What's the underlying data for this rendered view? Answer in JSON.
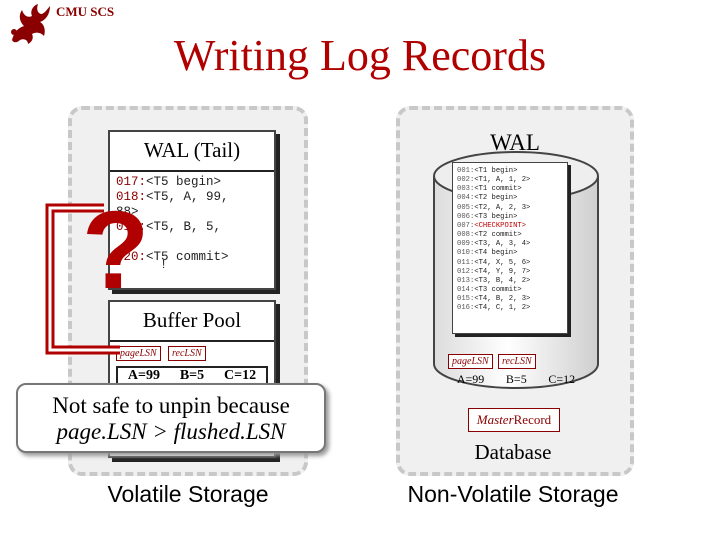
{
  "header": {
    "org": "CMU SCS",
    "title": "Writing Log Records"
  },
  "volatile": {
    "label": "Volatile Storage",
    "wal_tail": {
      "title": "WAL (Tail)",
      "lines": [
        {
          "lsn": "017:",
          "text": "<T5 begin>"
        },
        {
          "lsn": "018:",
          "text": "<T5, A, 99,"
        },
        {
          "lsn": "",
          "text": "88>"
        },
        {
          "lsn": "019:",
          "text": "<T5, B, 5,"
        },
        {
          "lsn": "",
          "text": ""
        },
        {
          "lsn": "020:",
          "text": "<T5 commit>"
        }
      ],
      "trailing": "!"
    },
    "buffer_pool": {
      "title": "Buffer Pool",
      "page_lsn_tag": "pageLSN",
      "rec_lsn_tag": "recLSN",
      "row": [
        "A=99",
        "B=5",
        "C=12"
      ]
    }
  },
  "nonvolatile": {
    "label": "Non-Volatile Storage",
    "wal_label": "WAL",
    "log_lines": [
      {
        "lsn": "001:",
        "text": "<T1 begin>"
      },
      {
        "lsn": "002:",
        "text": "<T1, A, 1, 2>"
      },
      {
        "lsn": "003:",
        "text": "<T1 commit>"
      },
      {
        "lsn": "004:",
        "text": "<T2 begin>"
      },
      {
        "lsn": "005:",
        "text": "<T2, A, 2, 3>"
      },
      {
        "lsn": "006:",
        "text": "<T3 begin>"
      },
      {
        "lsn": "007:",
        "text": "<CHECKPOINT>",
        "highlight": true
      },
      {
        "lsn": "008:",
        "text": "<T2 commit>"
      },
      {
        "lsn": "009:",
        "text": "<T3, A, 3, 4>"
      },
      {
        "lsn": "010:",
        "text": "<T4 begin>"
      },
      {
        "lsn": "011:",
        "text": "<T4, X, 5, 6>"
      },
      {
        "lsn": "012:",
        "text": "<T4, Y, 9, 7>"
      },
      {
        "lsn": "013:",
        "text": "<T3, B, 4, 2>"
      },
      {
        "lsn": "014:",
        "text": "<T3 commit>"
      },
      {
        "lsn": "015:",
        "text": "<T4, B, 2, 3>"
      },
      {
        "lsn": "016:",
        "text": "<T4, C, 1, 2>"
      }
    ],
    "page_lsn_tag": "pageLSN",
    "rec_lsn_tag": "recLSN",
    "row": [
      "A=99",
      "B=5",
      "C=12"
    ],
    "master_record": {
      "italic": "Master",
      "rest": " Record"
    },
    "db_label": "Database"
  },
  "callout": {
    "line1": "Not safe to unpin because",
    "line2": "page.LSN > flushed.LSN"
  },
  "question_mark": "?",
  "colors": {
    "accent_red": "#b00000",
    "dark_red": "#8a0000",
    "panel_bg": "#f0f0f0",
    "panel_border": "#c8c8c8",
    "checkpoint": "#c00000"
  },
  "icons": [
    "griffin-logo-icon",
    "database-cylinder-icon"
  ]
}
